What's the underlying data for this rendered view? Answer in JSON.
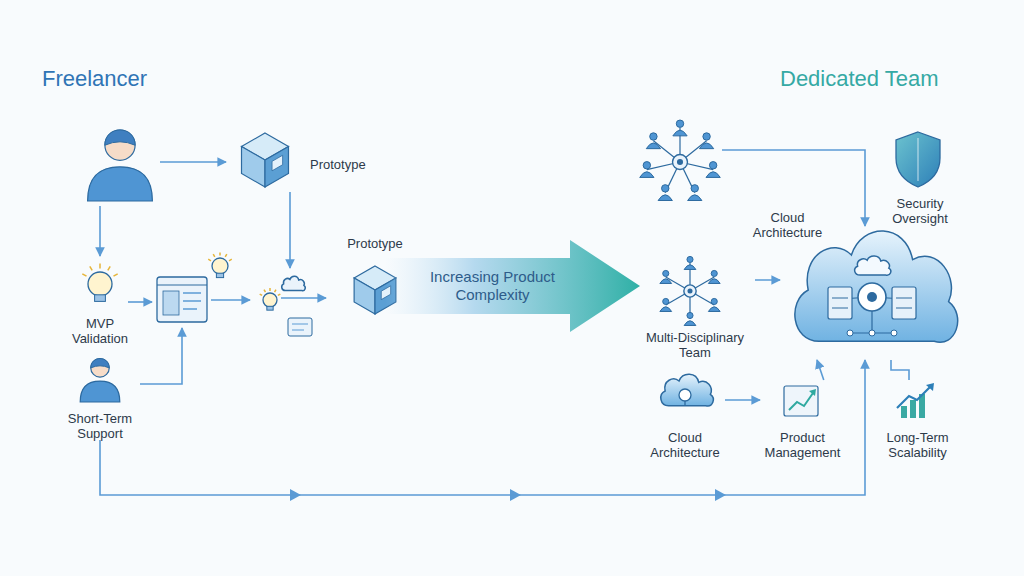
{
  "diagram": {
    "nodes": [
      {
        "text": [
          "Prototype"
        ]
      },
      {
        "text": [
          "MVP Validation"
        ]
      },
      {
        "text": [
          "Short-Term Support"
        ]
      },
      {
        "text": [
          "Prototype"
        ]
      },
      {
        "text": [
          "Increasing Product Complexity"
        ]
      },
      {
        "text": [
          "Multi-Disciplinary Team"
        ]
      },
      {
        "text": [
          "Cloud Architecture"
        ]
      },
      {
        "text": [
          "Security Oversight"
        ]
      },
      {
        "text": [
          "Cloud Architecture"
        ]
      },
      {
        "text": [
          "Product Management"
        ]
      },
      {
        "text": [
          "Long-Term Scalability"
        ]
      }
    ],
    "edges": [
      {
        "from": 5,
        "to": 6,
        "arrow": "to"
      },
      {
        "from": 8,
        "to": 9,
        "arrow": "to"
      },
      {
        "from": 9,
        "to": 6,
        "arrow": "to"
      },
      {
        "from": 6,
        "to": 10,
        "arrow": "none"
      },
      {
        "from": 2,
        "to": 6,
        "arrow": "to"
      }
    ],
    "labels": [
      "Freelancer",
      "Dedicated Team"
    ]
  }
}
